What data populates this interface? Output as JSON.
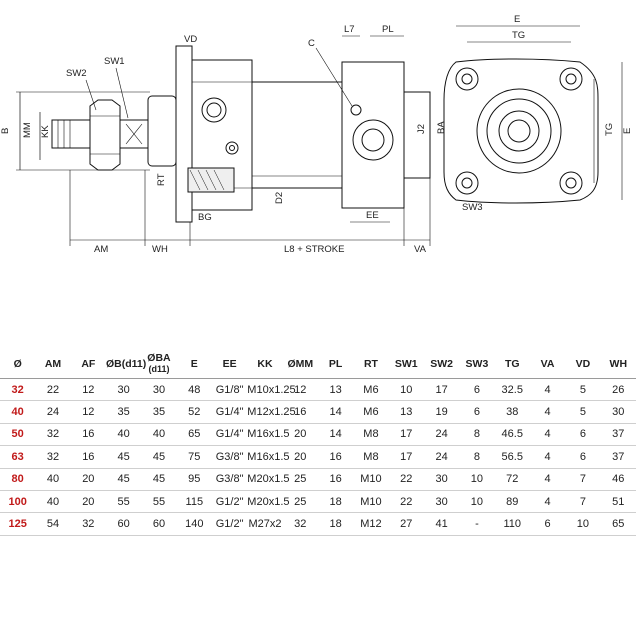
{
  "drawing": {
    "labels": {
      "vd": "VD",
      "l7": "L7",
      "pl": "PL",
      "c": "C",
      "sw1": "SW1",
      "sw2": "SW2",
      "sw3": "SW3",
      "b": "B",
      "mm": "MM",
      "kk": "KK",
      "rt": "RT",
      "bg": "BG",
      "d2": "D2",
      "j2": "J2",
      "ba": "BA",
      "ee": "EE",
      "am": "AM",
      "wh": "WH",
      "l8_stroke": "L8 + STROKE",
      "va": "VA",
      "e_top": "E",
      "tg_top": "TG",
      "tg_side": "TG",
      "e_side": "E"
    }
  },
  "table": {
    "headers": [
      {
        "main": "Ø",
        "sub": ""
      },
      {
        "main": "AM",
        "sub": ""
      },
      {
        "main": "AF",
        "sub": ""
      },
      {
        "main": "ØB(d11)",
        "sub": ""
      },
      {
        "main": "ØBA",
        "sub": "(d11)"
      },
      {
        "main": "E",
        "sub": ""
      },
      {
        "main": "EE",
        "sub": ""
      },
      {
        "main": "KK",
        "sub": ""
      },
      {
        "main": "ØMM",
        "sub": ""
      },
      {
        "main": "PL",
        "sub": ""
      },
      {
        "main": "RT",
        "sub": ""
      },
      {
        "main": "SW1",
        "sub": ""
      },
      {
        "main": "SW2",
        "sub": ""
      },
      {
        "main": "SW3",
        "sub": ""
      },
      {
        "main": "TG",
        "sub": ""
      },
      {
        "main": "VA",
        "sub": ""
      },
      {
        "main": "VD",
        "sub": ""
      },
      {
        "main": "WH",
        "sub": ""
      }
    ],
    "rows": [
      [
        "32",
        "22",
        "12",
        "30",
        "30",
        "48",
        "G1/8\"",
        "M10x1.25",
        "12",
        "13",
        "M6",
        "10",
        "17",
        "6",
        "32.5",
        "4",
        "5",
        "26"
      ],
      [
        "40",
        "24",
        "12",
        "35",
        "35",
        "52",
        "G1/4\"",
        "M12x1.25",
        "16",
        "14",
        "M6",
        "13",
        "19",
        "6",
        "38",
        "4",
        "5",
        "30"
      ],
      [
        "50",
        "32",
        "16",
        "40",
        "40",
        "65",
        "G1/4\"",
        "M16x1.5",
        "20",
        "14",
        "M8",
        "17",
        "24",
        "8",
        "46.5",
        "4",
        "6",
        "37"
      ],
      [
        "63",
        "32",
        "16",
        "45",
        "45",
        "75",
        "G3/8\"",
        "M16x1.5",
        "20",
        "16",
        "M8",
        "17",
        "24",
        "8",
        "56.5",
        "4",
        "6",
        "37"
      ],
      [
        "80",
        "40",
        "20",
        "45",
        "45",
        "95",
        "G3/8\"",
        "M20x1.5",
        "25",
        "16",
        "M10",
        "22",
        "30",
        "10",
        "72",
        "4",
        "7",
        "46"
      ],
      [
        "100",
        "40",
        "20",
        "55",
        "55",
        "115",
        "G1/2\"",
        "M20x1.5",
        "25",
        "18",
        "M10",
        "22",
        "30",
        "10",
        "89",
        "4",
        "7",
        "51"
      ],
      [
        "125",
        "54",
        "32",
        "60",
        "60",
        "140",
        "G1/2\"",
        "M27x2",
        "32",
        "18",
        "M12",
        "27",
        "41",
        "-",
        "110",
        "6",
        "10",
        "65"
      ]
    ],
    "accent_color": "#c11a1a"
  }
}
